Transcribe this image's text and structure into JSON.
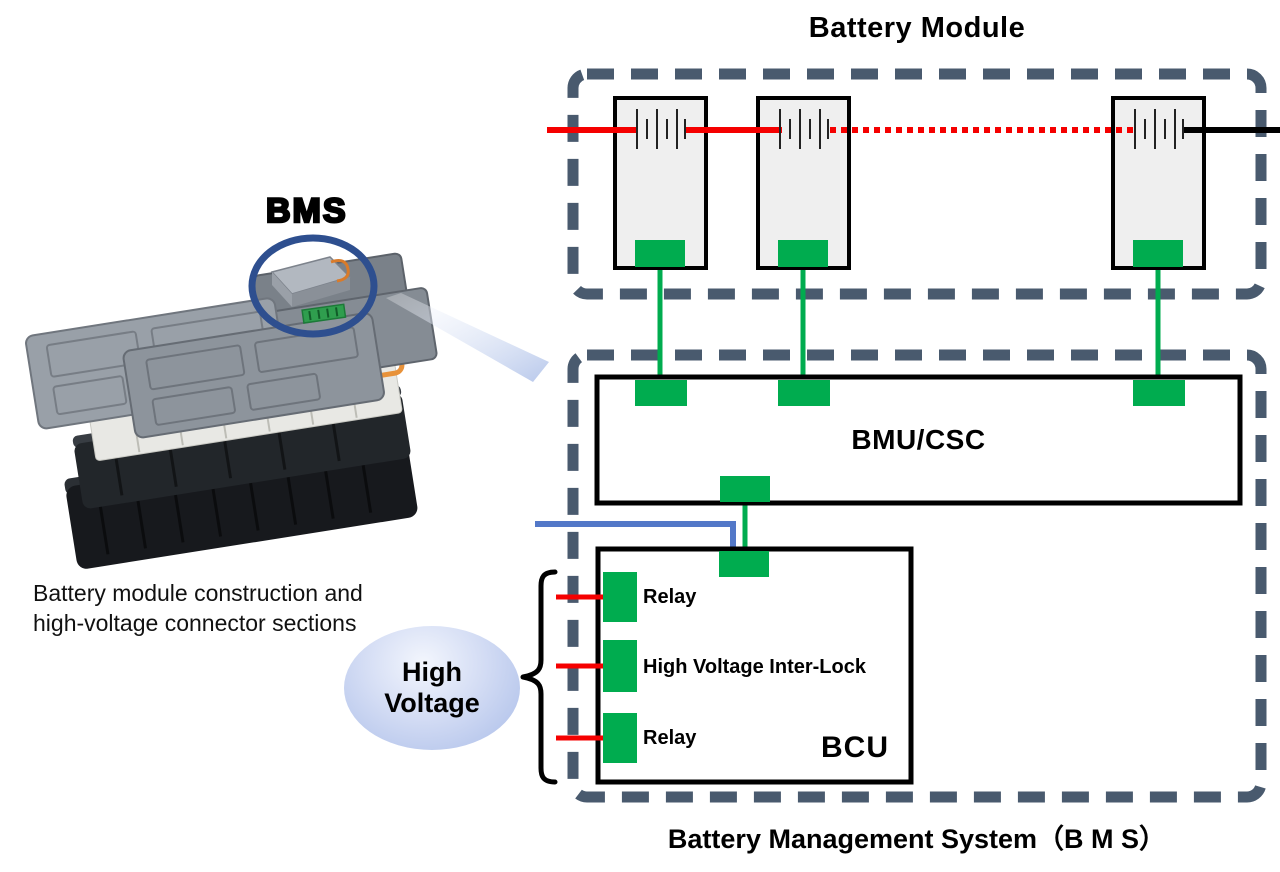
{
  "titles": {
    "battery_module": "Battery Module",
    "bms_system": "Battery Management System（B M S）"
  },
  "photo": {
    "bms_label": "BMS",
    "caption_line1": "Battery module construction and",
    "caption_line2": "high-voltage connector sections"
  },
  "high_voltage": {
    "line1": "High",
    "line2": "Voltage"
  },
  "bmu": {
    "label": "BMU/CSC"
  },
  "bcu": {
    "label": "BCU",
    "items": [
      {
        "label": "Relay"
      },
      {
        "label": "High Voltage Inter-Lock"
      },
      {
        "label": "Relay"
      }
    ]
  },
  "colors": {
    "green": "#00AC4F",
    "red": "#F50000",
    "blue": "#5378C8",
    "dashed_border": "#495A6E",
    "circle_blue": "#2E4F8F",
    "wire_black": "#000000"
  }
}
